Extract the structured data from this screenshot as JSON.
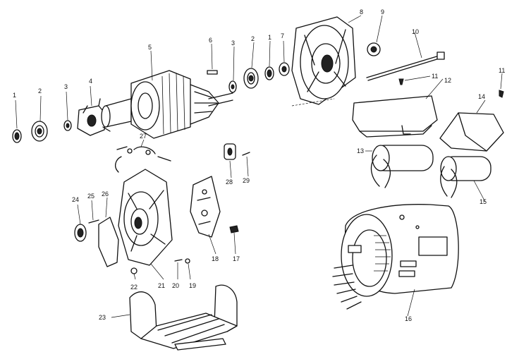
{
  "callouts": [
    "1",
    "2",
    "3",
    "4",
    "5",
    "6",
    "3",
    "2",
    "1",
    "7",
    "8",
    "9",
    "10",
    "11",
    "12",
    "11",
    "14",
    "13",
    "15",
    "16",
    "17",
    "18",
    "19",
    "20",
    "21",
    "22",
    "23",
    "24",
    "25",
    "26",
    "27",
    "28",
    "29"
  ]
}
